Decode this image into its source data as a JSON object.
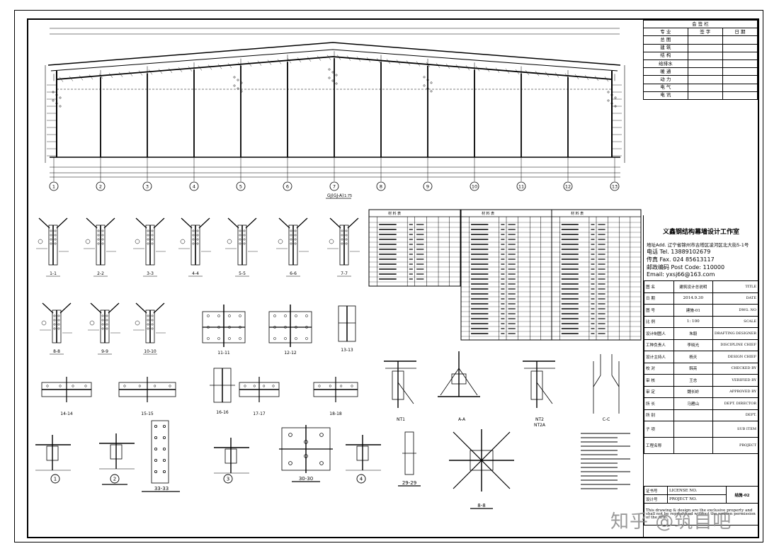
{
  "countersign": {
    "title": "会 签 栏",
    "headers": [
      "专  业",
      "签  字",
      "日  期"
    ],
    "rows": [
      "总  图",
      "建  筑",
      "结  构",
      "给排水",
      "暖  通",
      "动  力",
      "电  气",
      "电  讯"
    ]
  },
  "elevation": {
    "title": "GJ(GJ-A)",
    "scale": "1:75",
    "axes": [
      "1",
      "2",
      "3",
      "4",
      "5",
      "6",
      "7",
      "8",
      "9",
      "10",
      "11",
      "12",
      "13"
    ]
  },
  "sections_row1": [
    "1-1",
    "2-2",
    "3-3",
    "4-4",
    "5-5",
    "6-6",
    "7-7"
  ],
  "sections_row2": [
    "8-8",
    "9-9",
    "10-10",
    "11-11",
    "12-12",
    "13-13"
  ],
  "sections_row3": [
    "14-14",
    "15-15",
    "16-16",
    "17-17",
    "18-18"
  ],
  "nodes": [
    "NT1",
    "A-A",
    "NT2",
    "NT2A",
    "C-C"
  ],
  "details_row5": [
    "33-33",
    "30-30",
    "29-29",
    "8-8"
  ],
  "detail_markers": [
    "1",
    "2",
    "3",
    "4"
  ],
  "material_table": {
    "title": "材     料     表"
  },
  "firm": {
    "name": "义鑫钢结构幕墙设计工作室",
    "address": "地址Add. 辽宁省锦州市古塔区凌河区北大街5-1号",
    "tel": "电话 Tel.  13889102679",
    "fax": "传真 Fax.  024 85613117",
    "post": "邮政编码 Post Code:  110000",
    "email": "Email:  yxsj66@163.com"
  },
  "title_rows": [
    {
      "label": "图    名",
      "value": "建筑设计总说明",
      "en": "TITLE"
    },
    {
      "label": "日    期",
      "value": "2014.9.30",
      "en": "DATE"
    },
    {
      "label": "图    号",
      "value": "建施-01",
      "en": "DWG. NO"
    },
    {
      "label": "比    例",
      "value": "1: 100",
      "en": "SCALE"
    },
    {
      "label": "设计制图人",
      "value": "朱毅",
      "en": "DRAFTING DESIGNER"
    },
    {
      "label": "工种负责人",
      "value": "李晓光",
      "en": "DISCIPLINE CHIEF"
    },
    {
      "label": "设计主持人",
      "value": "杨天",
      "en": "DESIGN CHIEF"
    },
    {
      "label": "校    对",
      "value": "韩亮",
      "en": "CHECKED BY"
    },
    {
      "label": "审    核",
      "value": "王志",
      "en": "VERIFIED BY"
    },
    {
      "label": "审    定",
      "value": "魏长岭",
      "en": "APPROVED BY"
    },
    {
      "label": "所    长",
      "value": "马雁山",
      "en": "DEPT. DIRECTOR"
    },
    {
      "label": "所    别",
      "value": "",
      "en": "DEPT."
    },
    {
      "label": "子    项",
      "value": "",
      "en": "SUB ITEM"
    },
    {
      "label": "工程名称",
      "value": "",
      "en": "PROJECT"
    }
  ],
  "bottom": {
    "license_label": "证书号",
    "license_en": "LICENSE NO.",
    "project_label": "设计号",
    "project_en": "PROJECT NO.",
    "sheet_no": "结施-02",
    "note": "This drawing & design are the exclusive property and shall not be reproduced without the written permission of the firm."
  },
  "watermark": "知乎 @筑自吧"
}
